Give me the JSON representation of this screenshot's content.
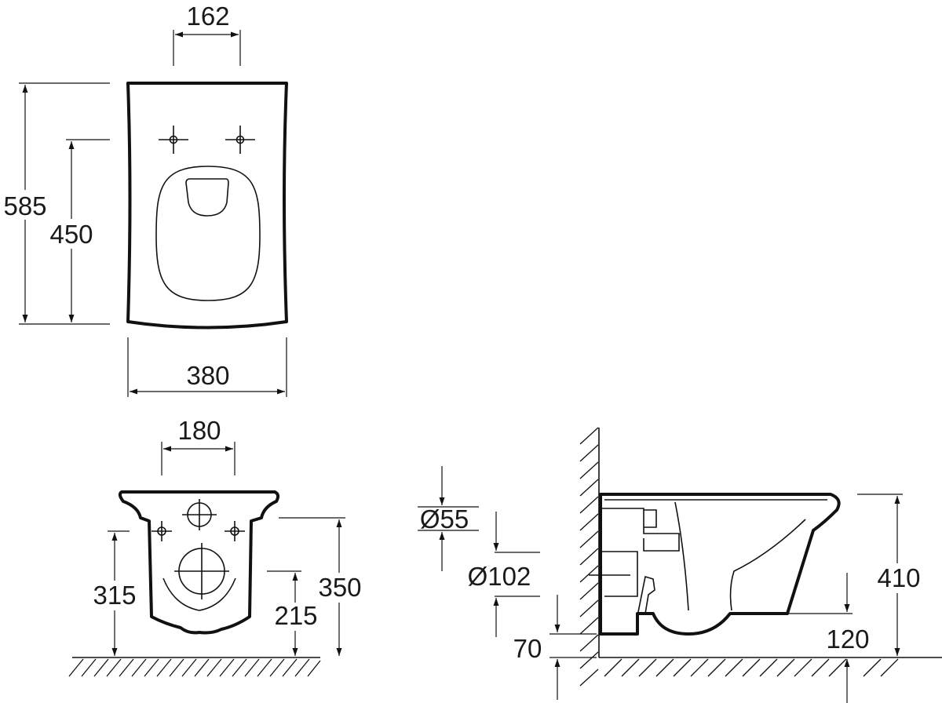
{
  "top_view": {
    "dim_hole_spacing": "162",
    "dim_total_length": "585",
    "dim_hole_to_front": "450",
    "dim_width": "380"
  },
  "front_view": {
    "dim_hole_spacing": "180",
    "dim_fixing_height": "315",
    "dim_outlet_height": "215",
    "dim_rim_height": "350"
  },
  "side_view": {
    "dim_inlet_diameter": "Ø55",
    "dim_outlet_diameter": "Ø102",
    "dim_outlet_from_floor": "70",
    "dim_total_height": "410",
    "dim_outlet_from_wall": "120"
  }
}
